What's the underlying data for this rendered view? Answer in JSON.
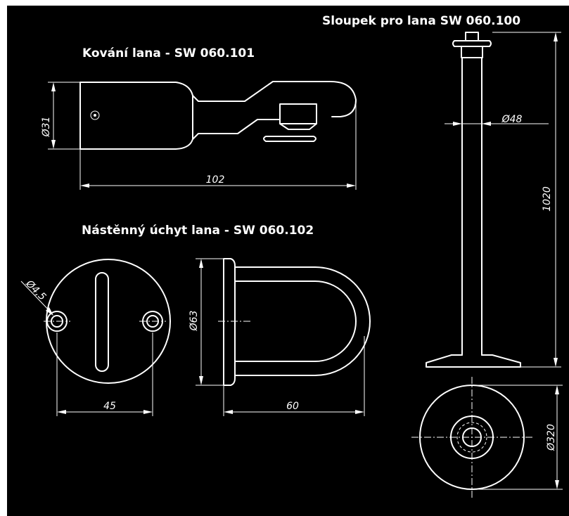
{
  "colors": {
    "background": "#000000",
    "line": "#ffffff",
    "page": "#ffffff"
  },
  "titles": {
    "post": "Sloupek pro lana SW 060.100",
    "fitting": "Kování lana - SW 060.101",
    "wall_mount": "Nástěnný úchyt lana - SW 060.102"
  },
  "dimensions": {
    "fitting_diameter": "Ø31",
    "fitting_length": "102",
    "post_tube_diameter": "Ø48",
    "post_height": "1020",
    "base_diameter": "Ø320",
    "hole_diameter": "Ø4,5",
    "hole_spacing": "45",
    "mount_diameter": "Ø63",
    "mount_depth": "60"
  }
}
